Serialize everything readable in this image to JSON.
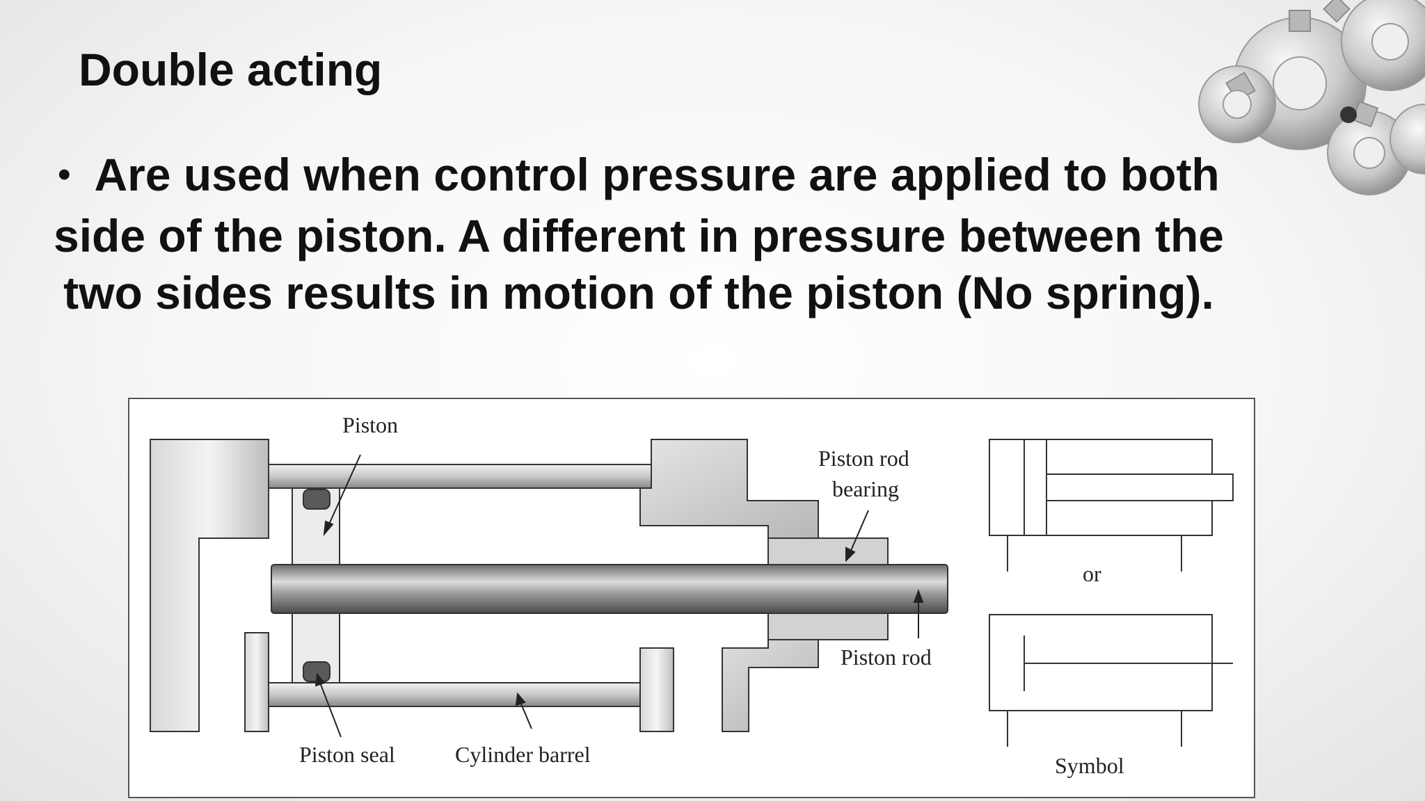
{
  "slide": {
    "title": "Double acting",
    "bullet": "Are used when control pressure are applied to both side of the piston. A different in pressure between the two sides results in motion of the piston (No spring)."
  },
  "diagram": {
    "labels": {
      "piston": "Piston",
      "piston_rod_bearing_line1": "Piston rod",
      "piston_rod_bearing_line2": "bearing",
      "piston_rod": "Piston rod",
      "piston_seal": "Piston seal",
      "cylinder_barrel": "Cylinder barrel",
      "or": "or",
      "symbol": "Symbol"
    }
  }
}
